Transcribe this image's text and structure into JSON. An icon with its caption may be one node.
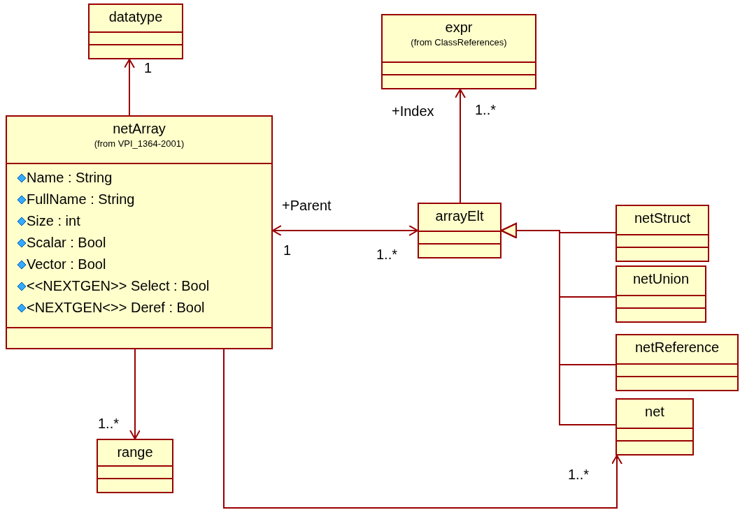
{
  "diagram": {
    "nodes": [
      {
        "text": [
          "datatype"
        ]
      },
      {
        "text": [
          "expr",
          "(from ClassReferences)"
        ]
      },
      {
        "text": [
          "netArray",
          "(from VPI_1364-2001)",
          "Name : String",
          "FullName : String",
          "Size : int",
          "Scalar : Bool",
          "Vector : Bool",
          "<<NEXTGEN>> Select : Bool",
          "<NEXTGEN<>> Deref : Bool"
        ]
      },
      {
        "text": [
          "arrayElt"
        ]
      },
      {
        "text": [
          "netStruct"
        ]
      },
      {
        "text": [
          "netUnion"
        ]
      },
      {
        "text": [
          "netReference"
        ]
      },
      {
        "text": [
          "net"
        ]
      },
      {
        "text": [
          "range"
        ]
      }
    ],
    "edges": [
      {
        "from": 2,
        "to": 0,
        "arrow": "to"
      },
      {
        "from": 3,
        "to": 1,
        "arrow": "to"
      },
      {
        "from": 2,
        "to": 3,
        "arrow": "both"
      },
      {
        "from": 4,
        "to": 3,
        "arrow": "to"
      },
      {
        "from": 5,
        "to": 3,
        "arrow": "to"
      },
      {
        "from": 6,
        "to": 3,
        "arrow": "to"
      },
      {
        "from": 7,
        "to": 3,
        "arrow": "to"
      },
      {
        "from": 2,
        "to": 8,
        "arrow": "to"
      },
      {
        "from": 2,
        "to": 7,
        "arrow": "to"
      }
    ],
    "labels": [
      "1",
      "+Index",
      "1..*",
      "+Parent",
      "1",
      "1..*",
      "1..*",
      "1..*"
    ]
  }
}
